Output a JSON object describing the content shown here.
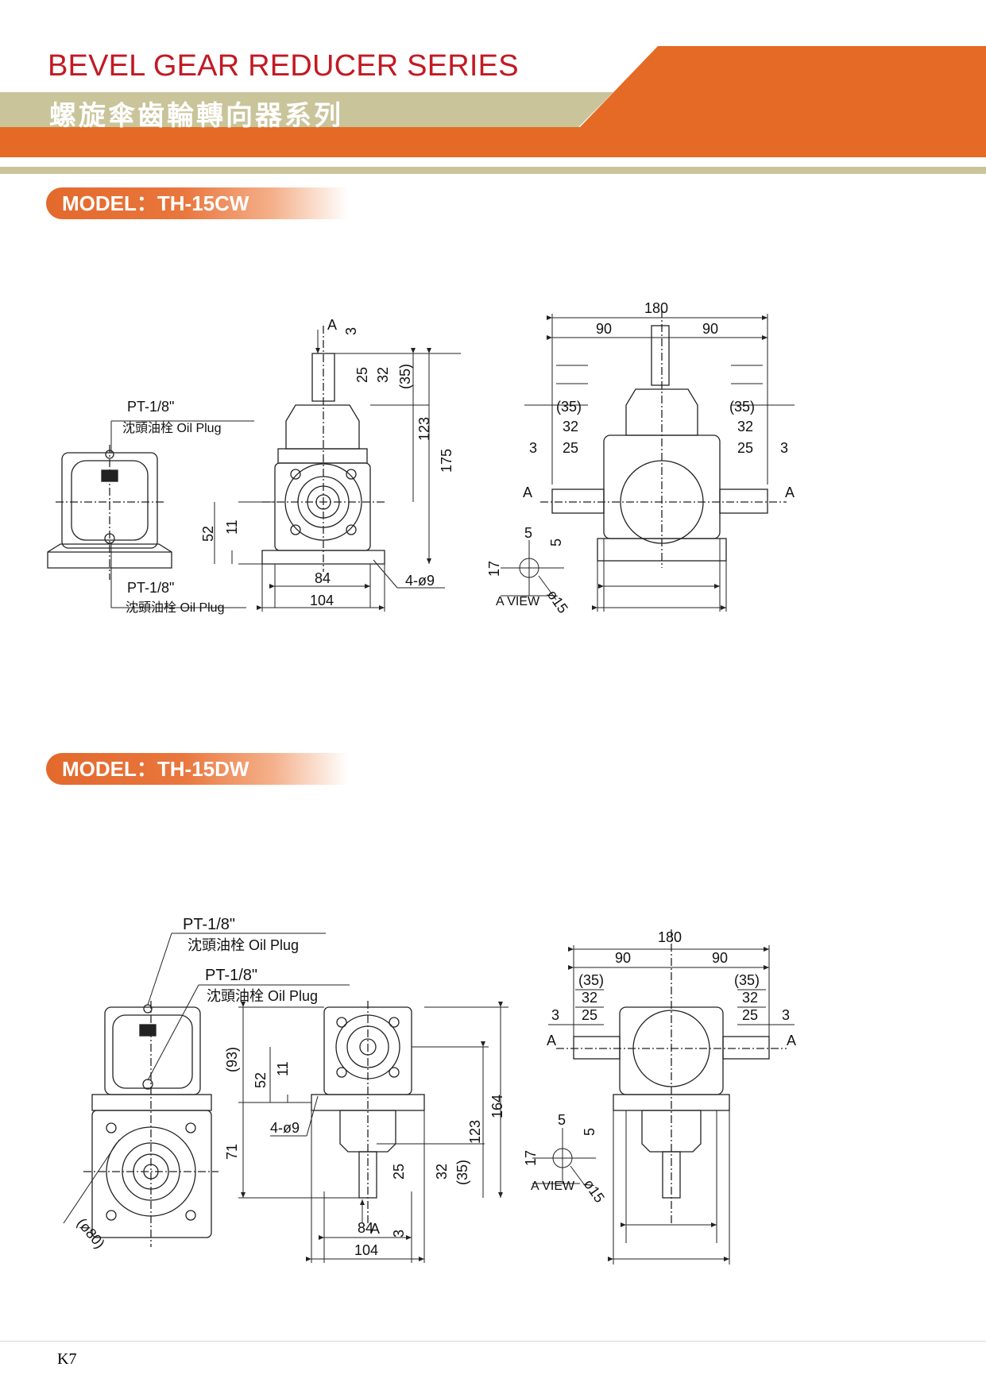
{
  "header": {
    "title_en": "BEVEL GEAR REDUCER SERIES",
    "title_zh": "螺旋傘齒輪轉向器系列",
    "colors": {
      "accent_orange": "#e56a25",
      "band_tan": "#c9c49a",
      "title_red": "#c21a23"
    }
  },
  "models": [
    {
      "label": "MODEL：TH-15CW",
      "dims": {
        "pt": "PT-1/8\"",
        "plug": "沈頭油栓 Oil Plug",
        "a": "A",
        "d3": "3",
        "d25": "25",
        "d32": "32",
        "d35": "(35)",
        "d123": "123",
        "d175": "175",
        "d52": "52",
        "d11": "11",
        "d84": "84",
        "d104": "104",
        "holes": "4-ø9",
        "d180": "180",
        "d90": "90",
        "d5": "5",
        "d17": "17",
        "d15": "ø15",
        "aview": "A VIEW"
      }
    },
    {
      "label": "MODEL：TH-15DW",
      "dims": {
        "pt": "PT-1/8\"",
        "plug": "沈頭油栓 Oil Plug",
        "a": "A",
        "d3": "3",
        "d25": "25",
        "d32": "32",
        "d35": "(35)",
        "d93": "(93)",
        "d71": "71",
        "d52": "52",
        "d11": "11",
        "d123": "123",
        "d164": "164",
        "holes": "4-ø9",
        "d84": "84",
        "d104": "104",
        "d80": "(ø80)",
        "d180": "180",
        "d90": "90",
        "d5": "5",
        "d17": "17",
        "d15": "ø15",
        "aview": "A VIEW"
      }
    }
  ],
  "footer": {
    "page": "K7"
  }
}
